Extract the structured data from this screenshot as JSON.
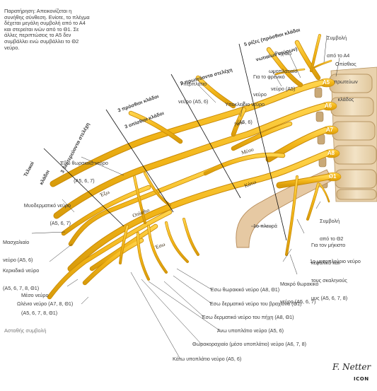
{
  "note": [
    "Παρατήρηση: Απεικονίζεται η",
    "συνήθης σύνθεση. Ενίοτε, το πλέγμα",
    "δέχεται μεγάλη συμβολή από το Α4",
    "και στερείται ινών από το Θ1. Σε",
    "άλλες περιπτώσεις το Α5 δεν",
    "συμβάλλει ενώ συμβάλλει το Θ2",
    "νεύρο."
  ],
  "headers": {
    "roots": [
      "5 ρίζες (πρόσθιοι κλάδοι",
      "νωτιαίων νεύρων)"
    ],
    "trunks": "3 πρωτεύοντα στελέχη",
    "divisions": [
      "3 πρόσθιοι κλάδοι",
      "3 οπίσθιοι κλάδοι"
    ],
    "cords": "3 δευτερεύοντα στελέχη",
    "terminal": [
      "Τελικοί",
      "κλάδοι"
    ]
  },
  "trunk_labels": {
    "upper": "Άνω",
    "middle": "Μέσο",
    "lower": "Κάτω"
  },
  "cord_labels": {
    "lateral": "Έξω",
    "posterior": "Οπίσθιο",
    "medial": "Έσω"
  },
  "vertebrae": [
    "Α5",
    "Α6",
    "Α7",
    "Α8",
    "Θ1"
  ],
  "labels": {
    "contrib_a4": [
      "Συμβολή",
      "από το Α4"
    ],
    "dorsal_scapular": [
      "Ραχιαίο",
      "ωμοπλατιαίο",
      "νεύρο (Α5)"
    ],
    "to_phrenic": [
      "Για το φρενικό",
      "νεύρο"
    ],
    "suprascapular": [
      "Υπερπλάτιο",
      "νεύρο (Α5, 6)"
    ],
    "subclavian": [
      "Υποκλείδιο νεύρο",
      "(Α5, 6)"
    ],
    "posterior_branch": [
      "Οπίσθιος",
      "πρωτεύων",
      "κλάδος"
    ],
    "lateral_pectoral": [
      "Έξω θωρακικό νεύρο",
      "(Α5, 6, 7)"
    ],
    "musculocutaneous": [
      "Μυοδερματικό νεύρο",
      "(Α5, 6, 7)"
    ],
    "axillary": [
      "Μασχαλιαίο",
      "νεύρο (Α5, 6)"
    ],
    "radial": [
      "Κερκιδικό νεύρο",
      "(Α5, 6, 7, 8, Θ1)"
    ],
    "median": [
      "Μέσο νεύρο",
      "(Α5, 6, 7, 8, Θ1)"
    ],
    "ulnar": "Ωλένιο νεύρο (Α7, 8, Θ1)",
    "first_rib": "1ο πλευρά",
    "contrib_t2": [
      "Συμβολή",
      "από το Θ2"
    ],
    "longus_scalene": [
      "Για τον μήκιστο",
      "κεφαλικό και",
      "τους σκαληνούς",
      "μυς (Α5, 6, 7, 8)"
    ],
    "first_intercostal": "1ο μεσοπλεύριο νεύρο",
    "long_thoracic": [
      "Μακρό θωρακικό",
      "νεύρο (Α5, 6, 7)"
    ],
    "medial_pectoral": "Έσω θωρακικό νεύρο (Α8, Θ1)",
    "medial_cut_arm": "Έσω δερματικό νεύρο του βραχίονα (Θ1)",
    "medial_cut_forearm": "Έσω δερματικό νεύρο του πήχη (Α8, Θ1)",
    "upper_subscapular": "Άνω υποπλάτιο νεύρο (Α5, 6)",
    "thoracodorsal": "Θωρακοραχιαίο (μέσο υποπλάτιο) νεύρο (Α6, 7, 8)",
    "lower_subscapular": "Κάτω υποπλάτιο νεύρο (Α5, 6)"
  },
  "caption": "Ασταθής συμβολή",
  "signature": "F. Netter",
  "logo": "ICON",
  "colors": {
    "nerve": "#f2b518",
    "nerve_edge": "#c98a06",
    "bone": "#ecd8b5",
    "bone_edge": "#b89664",
    "rib": "#e7c9a6",
    "text": "#3a3a3a",
    "unstable": "#5b7fb5"
  }
}
